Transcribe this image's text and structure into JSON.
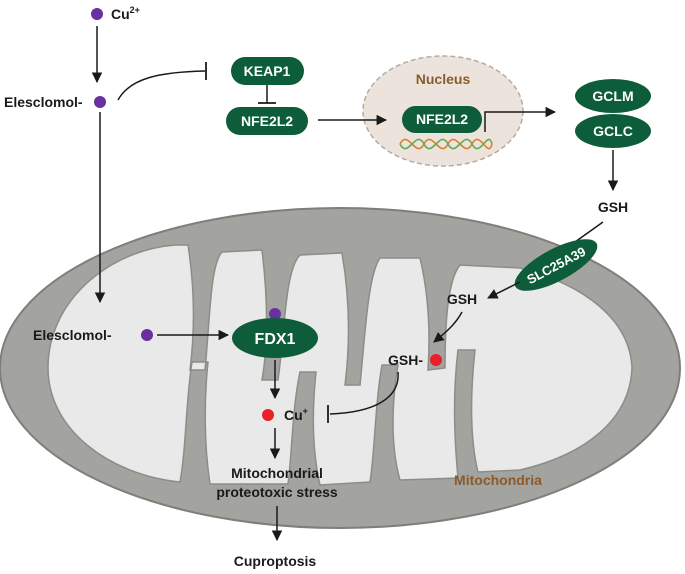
{
  "labels": {
    "cu2_base": "Cu",
    "cu2_sup": "2+",
    "elesclomol_top": "Elesclomol-",
    "elesclomol_mito": "Elesclomol-",
    "keap1": "KEAP1",
    "nfe2l2_cyto": "NFE2L2",
    "nucleus": "Nucleus",
    "nfe2l2_nuc": "NFE2L2",
    "gclm": "GCLM",
    "gclc": "GCLC",
    "gsh_out": "GSH",
    "slc25a39": "SLC25A39",
    "gsh_in": "GSH",
    "gsh_cu": "GSH-",
    "fdx1": "FDX1",
    "cu1_base": "Cu",
    "cu1_sup": "+",
    "stress_line1": "Mitochondrial",
    "stress_line2": "proteotoxic stress",
    "mitochondria": "Mitochondria",
    "cuproptosis": "Cuproptosis"
  },
  "colors": {
    "pill_green": "#0d5c3a",
    "copper_dot": "#6a2fa0",
    "red_dot": "#e8202a",
    "mito_outer": "#a3a3a0",
    "mito_inner": "#e9e9e9",
    "nucleus_fill": "#ece4dc",
    "dna_orange": "#d9822b",
    "dna_green": "#6aa84f",
    "label_brown": "#8b5a2b"
  }
}
